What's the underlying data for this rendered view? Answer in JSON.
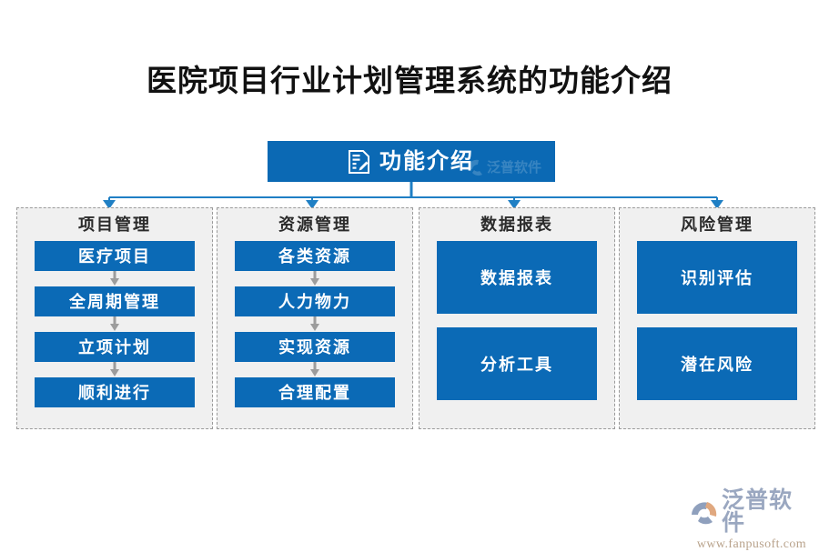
{
  "page": {
    "title": "医院项目行业计划管理系统的功能介绍",
    "background_color": "#ffffff"
  },
  "colors": {
    "node_blue": "#0b6ab6",
    "root_blue": "#0b69b4",
    "group_fill": "#f0f0f0",
    "group_border": "#9a9a9a",
    "connector_blue": "#1f7fc4",
    "mini_arrow_gray": "#9c9c9c",
    "title_color": "#111111",
    "logo_word_color": "#9aa7c0",
    "logo_url_color": "#b9a38c"
  },
  "root": {
    "icon": "document-edit-icon",
    "label": "功能介绍",
    "watermark": "泛普软件"
  },
  "groups": [
    {
      "id": "project-management",
      "title": "项目管理",
      "style": "flow",
      "items": [
        {
          "label": "医疗项目"
        },
        {
          "label": "全周期管理"
        },
        {
          "label": "立项计划"
        },
        {
          "label": "顺利进行"
        }
      ]
    },
    {
      "id": "resource-management",
      "title": "资源管理",
      "style": "flow",
      "items": [
        {
          "label": "各类资源"
        },
        {
          "label": "人力物力"
        },
        {
          "label": "实现资源"
        },
        {
          "label": "合理配置"
        }
      ]
    },
    {
      "id": "data-report",
      "title": "数据报表",
      "style": "blocks",
      "items": [
        {
          "label": "数据报表"
        },
        {
          "label": "分析工具"
        }
      ]
    },
    {
      "id": "risk-management",
      "title": "风险管理",
      "style": "blocks",
      "items": [
        {
          "label": "识别评估"
        },
        {
          "label": "潜在风险"
        }
      ]
    }
  ],
  "footer": {
    "logo_mark": "fanpu-logo-icon",
    "brand": "泛普软件",
    "url": "www.fanpusoft.com"
  }
}
